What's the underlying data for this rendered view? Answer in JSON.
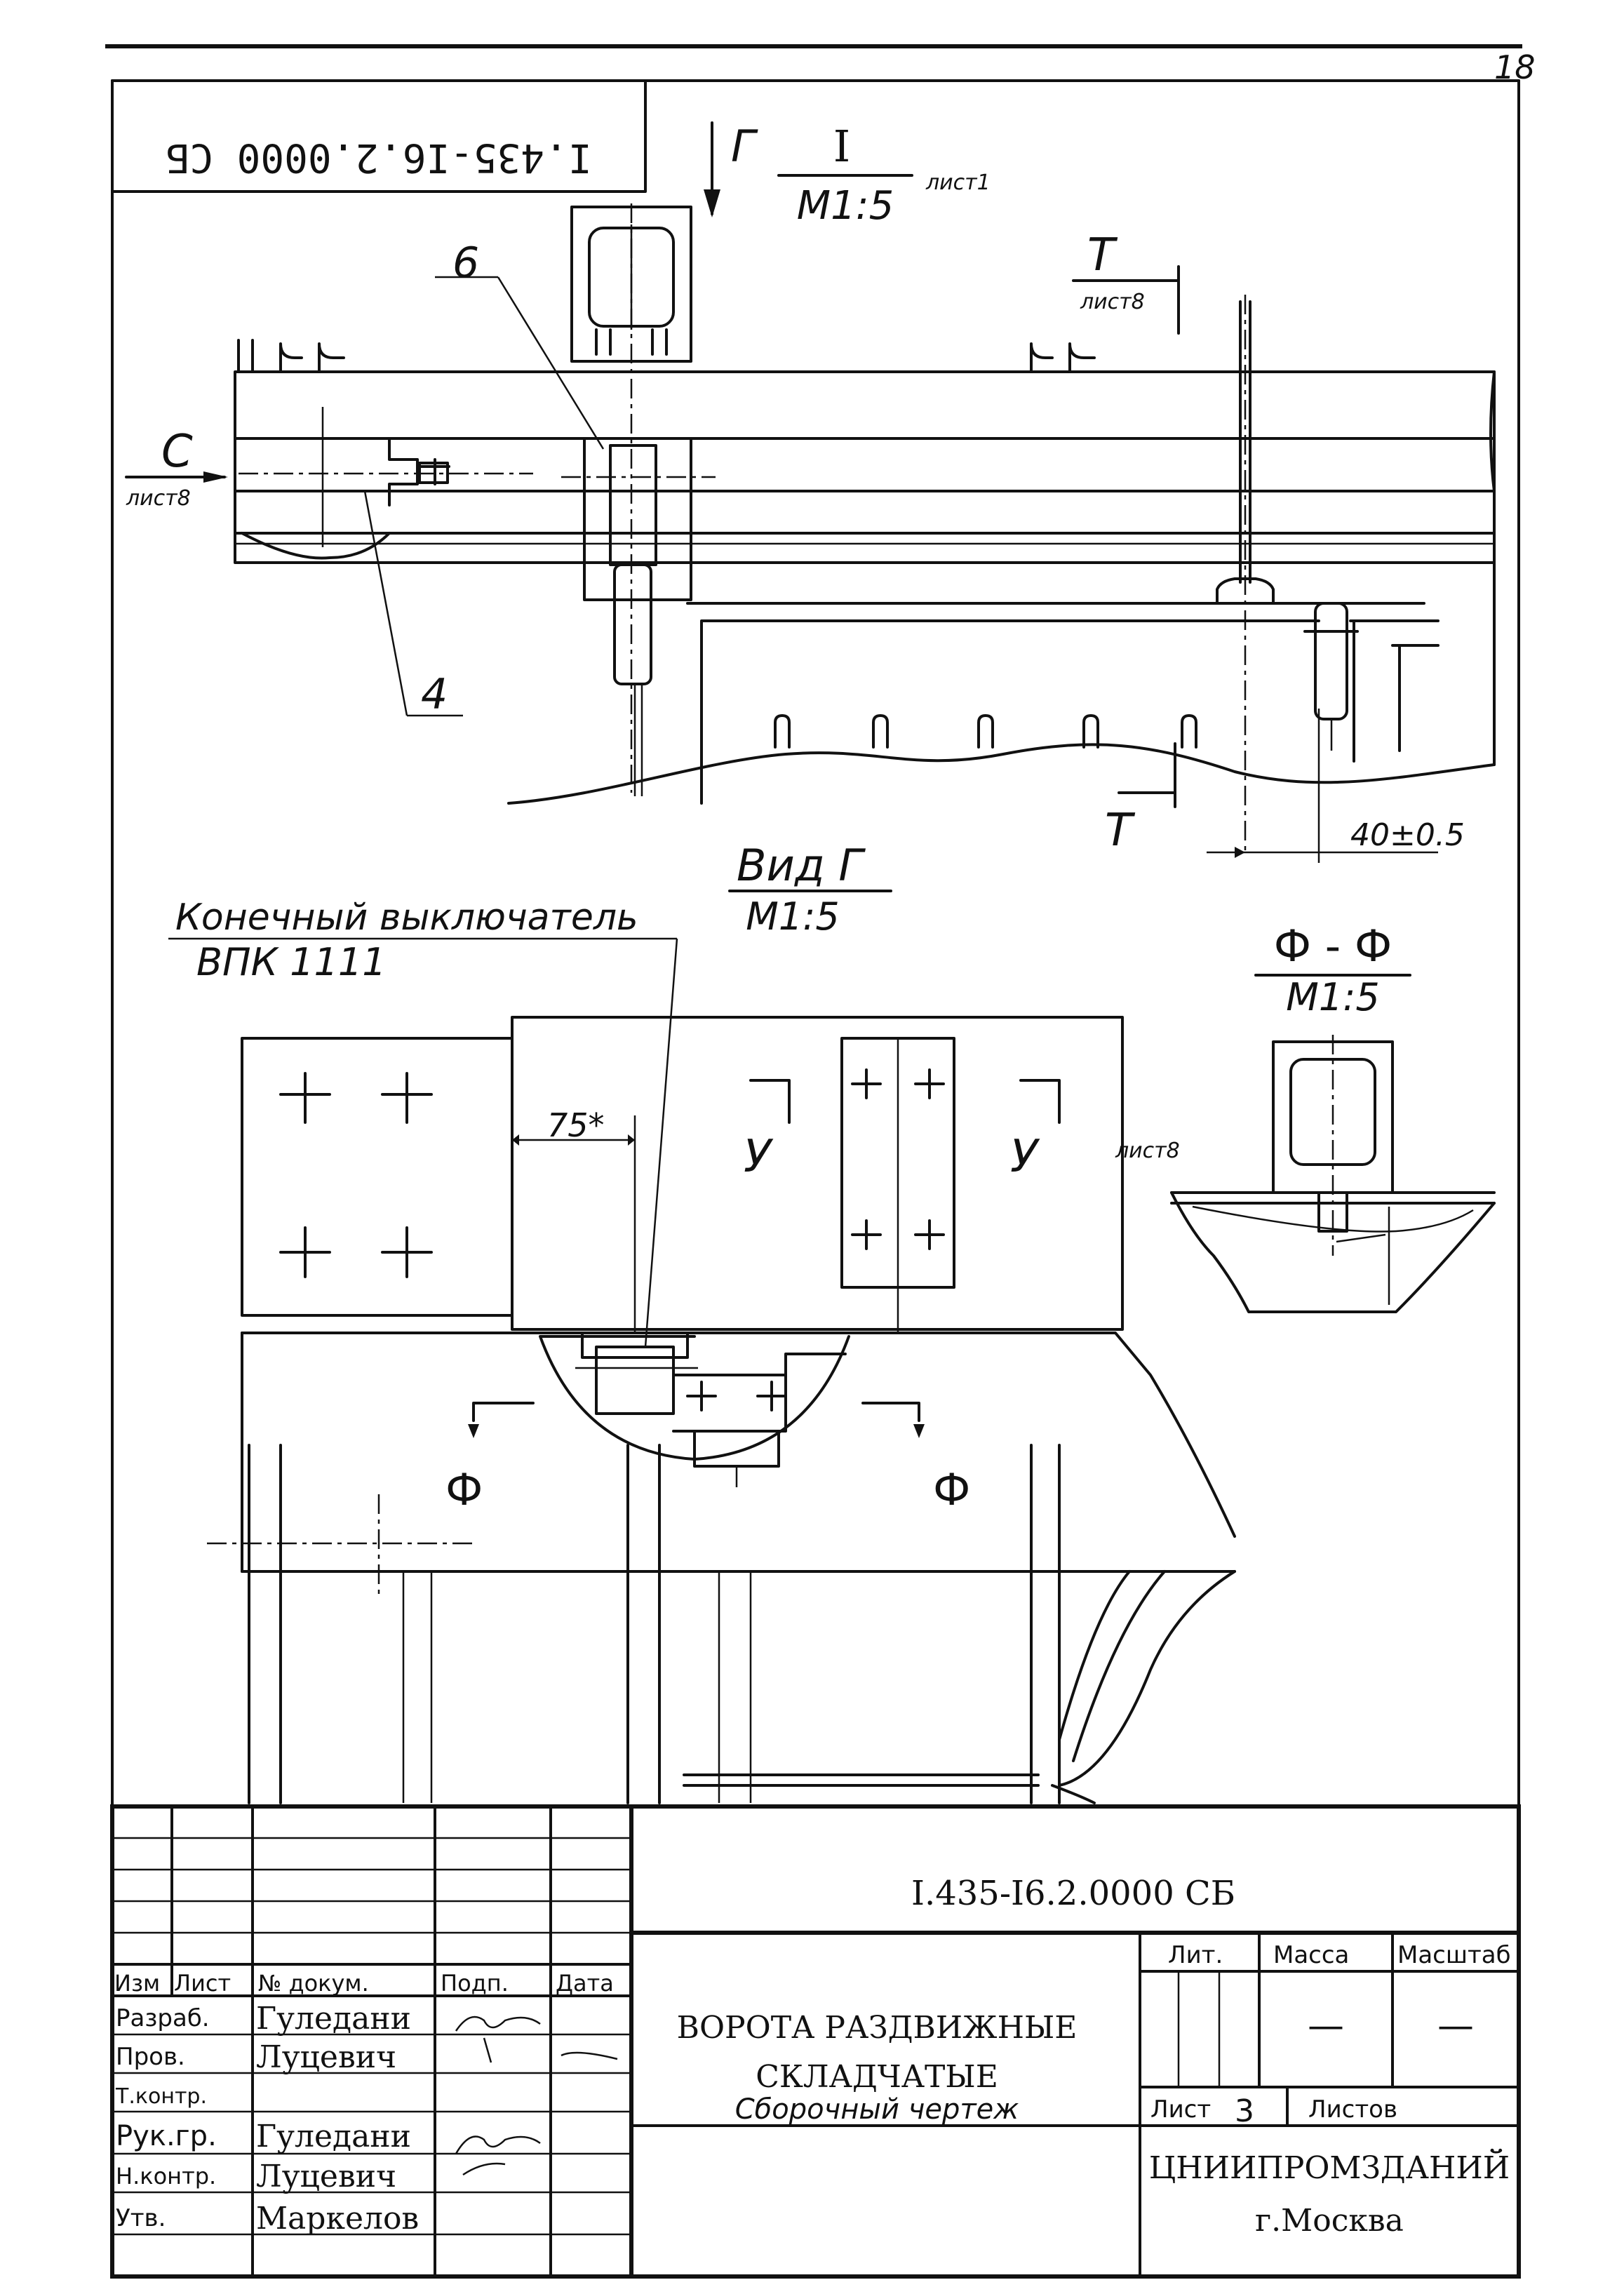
{
  "sheet_number": "18",
  "top_stamp": "I.435-I6.2.0000 СБ",
  "view_1": {
    "label": "I",
    "scale": "М1:5",
    "ref": "лист1"
  },
  "arrow_g": "Г",
  "view_g": {
    "title": "Вид Г",
    "scale": "М1:5"
  },
  "section_ff": {
    "title": "Ф - Ф",
    "scale": "М1:5"
  },
  "callouts": {
    "c6": "6",
    "c4": "4"
  },
  "section_t": {
    "label": "Т",
    "ref": "лист8"
  },
  "section_c": {
    "label": "С",
    "ref": "лист8"
  },
  "section_t_lower": "Т",
  "dimension_40": "40±0.5",
  "limit_switch": {
    "label": "Конечный выключатель",
    "model": "ВПК 1111"
  },
  "dimension_75": "75*",
  "section_u": {
    "label": "У",
    "ref": "лист8"
  },
  "section_f": "Ф",
  "title_block": {
    "designation": "I.435-I6.2.0000 СБ",
    "title_line1": "ВОРОТА  РАЗДВИЖНЫЕ",
    "title_line2": "СКЛАДЧАТЫЕ",
    "subtitle": "Сборочный чертеж",
    "headers": {
      "izm": "Изм",
      "list": "Лист",
      "doc": "№ докум.",
      "sign": "Подп.",
      "date": "Дата"
    },
    "roles": [
      "Разраб.",
      "Пров.",
      "Т.контр.",
      "Рук.гр.",
      "Н.контр.",
      "Утв."
    ],
    "names": [
      "Гуледани",
      "Луцевич",
      "",
      "Гуледани",
      "Луцевич",
      "Маркелов"
    ],
    "lit_label": "Лит.",
    "mass_label": "Масса",
    "scale_label": "Масштаб",
    "mass_value": "—",
    "scale_value": "—",
    "sheet_label": "Лист",
    "sheet_value": "3",
    "sheets_label": "Листов",
    "org": "ЦНИИПРОМЗДАНИЙ",
    "city": "г.Москва"
  }
}
